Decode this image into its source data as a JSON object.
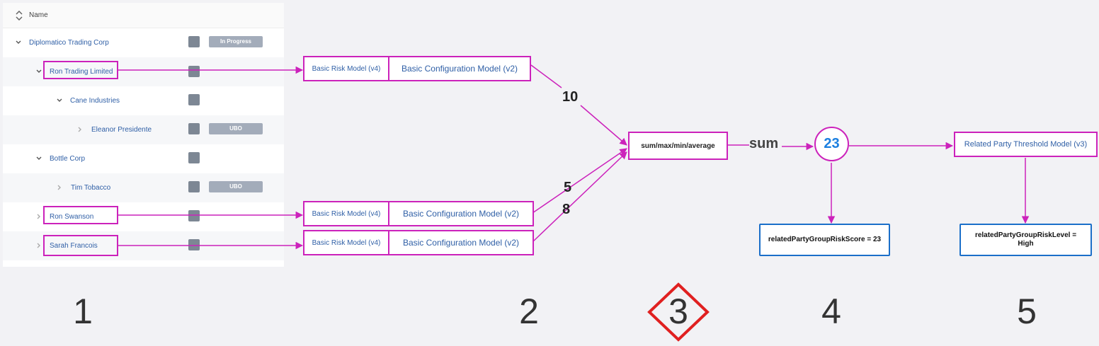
{
  "colors": {
    "connector": "#cc22bb",
    "link_text": "#2f5fa6",
    "score_blue": "#1b7fe0",
    "result_border": "#1b6fc9",
    "badge_gray": "#a3acba",
    "step_marker": "#e02020"
  },
  "tree": {
    "header": {
      "label": "Name",
      "icon": "collapse-all-icon"
    },
    "rows": [
      {
        "name": "Diplomatico Trading Corp",
        "type_icon": "bank-icon",
        "badge": "In Progress"
      },
      {
        "name": "Ron Trading Limited",
        "type_icon": "bank-icon",
        "badge": ""
      },
      {
        "name": "Cane Industries",
        "type_icon": "bank-icon",
        "badge": ""
      },
      {
        "name": "Eleanor Presidente",
        "type_icon": "person-icon",
        "badge": "UBO"
      },
      {
        "name": "Bottle Corp",
        "type_icon": "bank-icon",
        "badge": ""
      },
      {
        "name": "Tim Tobacco",
        "type_icon": "person-icon",
        "badge": "UBO"
      },
      {
        "name": "Ron Swanson",
        "type_icon": "person-icon",
        "badge": ""
      },
      {
        "name": "Sarah Francois",
        "type_icon": "person-icon",
        "badge": ""
      }
    ]
  },
  "models": [
    {
      "risk": "Basic Risk Model (v4)",
      "config": "Basic Configuration Model (v2)",
      "weight": "10"
    },
    {
      "risk": "Basic Risk Model (v4)",
      "config": "Basic Configuration Model (v2)",
      "weight": "5"
    },
    {
      "risk": "Basic Risk Model (v4)",
      "config": "Basic Configuration Model (v2)",
      "weight": "8"
    }
  ],
  "aggregation": {
    "options": "sum/max/min/average",
    "selected": "sum"
  },
  "score": {
    "value": "23",
    "output": "relatedPartyGroupRiskScore = 23"
  },
  "threshold": {
    "model": "Related Party Threshold Model (v3)",
    "output_line1": "relatedPartyGroupRiskLevel =",
    "output_line2": "High"
  },
  "steps": [
    "1",
    "2",
    "3",
    "4",
    "5"
  ]
}
